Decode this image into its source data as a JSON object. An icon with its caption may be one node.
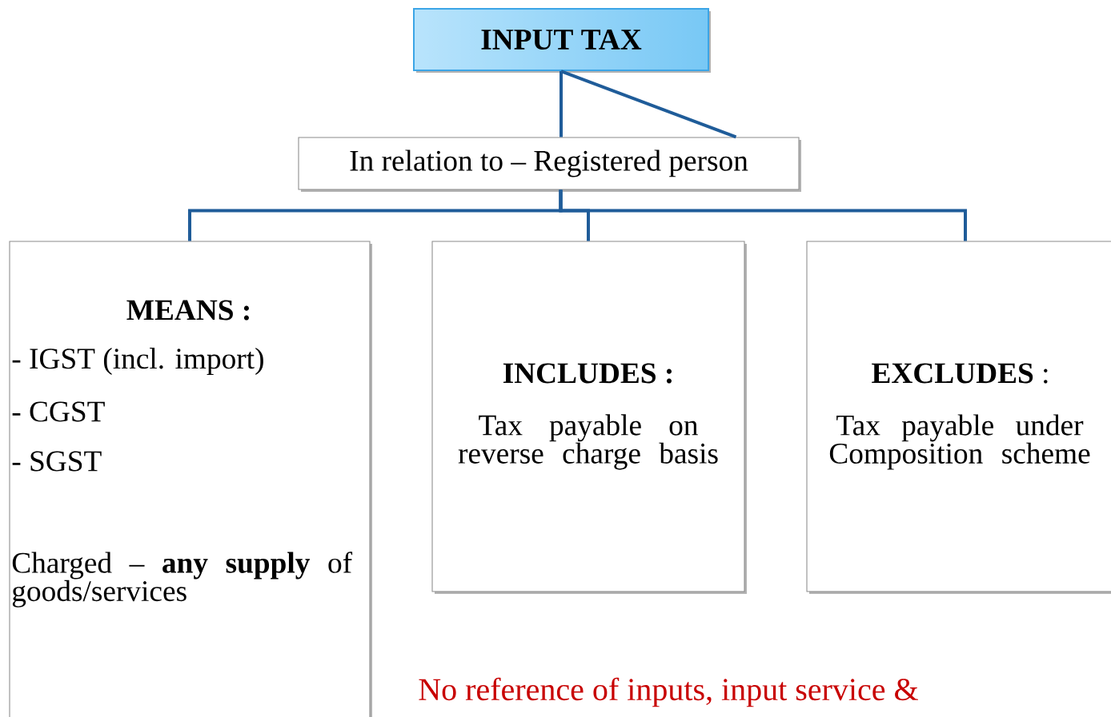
{
  "diagram": {
    "nodes": [
      {
        "text": [
          "INPUT TAX"
        ]
      },
      {
        "text": [
          "In relation to – Registered person"
        ]
      },
      {
        "text": [
          "MEANS :",
          "- IGST (incl. import)",
          "- CGST",
          "- SGST",
          "Charged – **any supply** of goods/services"
        ]
      },
      {
        "text": [
          "INCLUDES :",
          "Tax payable on reverse charge basis"
        ]
      },
      {
        "text": [
          "**EXCLUDES** :",
          "Tax payable under Composition scheme"
        ]
      }
    ],
    "edges": [
      {
        "from": 0,
        "to": 1,
        "arrow": "none"
      },
      {
        "from": 0,
        "to": 1,
        "arrow": "none"
      },
      {
        "from": 1,
        "to": 2,
        "arrow": "none"
      },
      {
        "from": 1,
        "to": 3,
        "arrow": "none"
      },
      {
        "from": 1,
        "to": 4,
        "arrow": "none"
      }
    ],
    "labels": [
      "No reference of inputs, input service &"
    ]
  }
}
